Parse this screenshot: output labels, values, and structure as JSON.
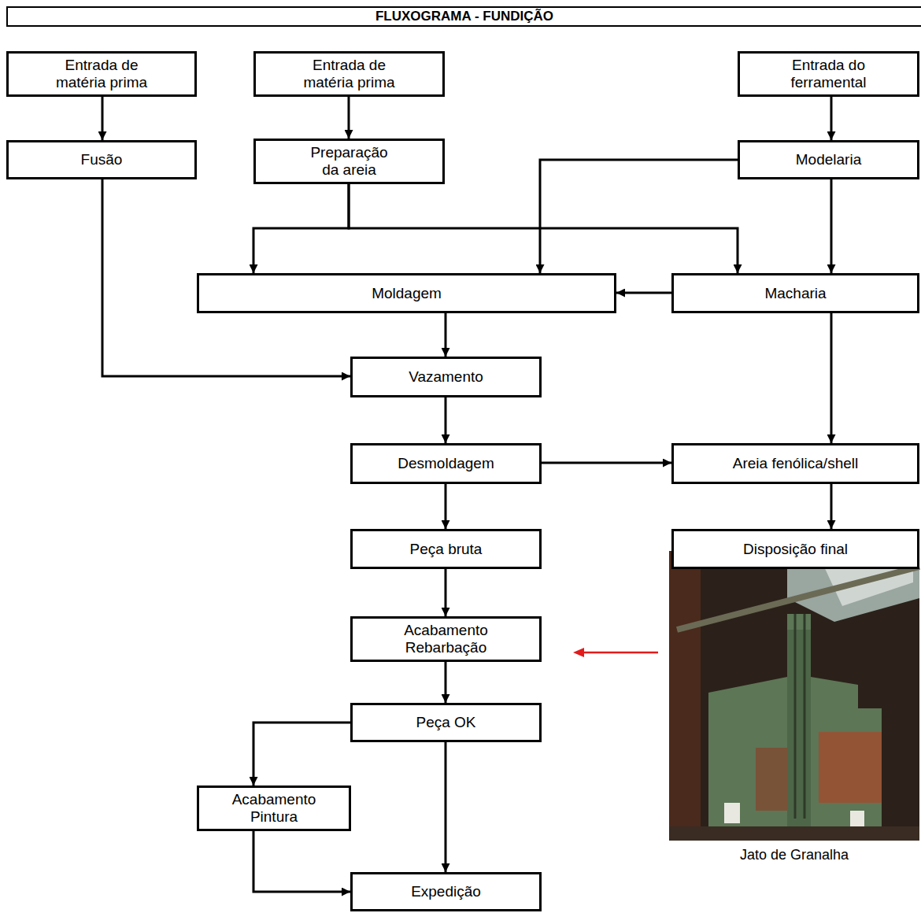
{
  "diagram": {
    "title": "FLUXOGRAMA - FUNDIÇÃO",
    "nodes": [
      {
        "text": [
          "Entrada de matéria prima"
        ]
      },
      {
        "text": [
          "Entrada de matéria prima"
        ]
      },
      {
        "text": [
          "Entrada do ferramental"
        ]
      },
      {
        "text": [
          "Fusão"
        ]
      },
      {
        "text": [
          "Preparação da areia"
        ]
      },
      {
        "text": [
          "Modelaria"
        ]
      },
      {
        "text": [
          "Moldagem"
        ]
      },
      {
        "text": [
          "Macharia"
        ]
      },
      {
        "text": [
          "Vazamento"
        ]
      },
      {
        "text": [
          "Desmoldagem"
        ]
      },
      {
        "text": [
          "Areia fenólica/shell"
        ]
      },
      {
        "text": [
          "Peça bruta"
        ]
      },
      {
        "text": [
          "Disposição final"
        ]
      },
      {
        "text": [
          "Acabamento Rebarbação"
        ]
      },
      {
        "text": [
          "Peça OK"
        ]
      },
      {
        "text": [
          "Acabamento Pintura"
        ]
      },
      {
        "text": [
          "Expedição"
        ]
      }
    ],
    "edges": [
      {
        "from": 0,
        "to": 3,
        "arrow": "to"
      },
      {
        "from": 1,
        "to": 4,
        "arrow": "to"
      },
      {
        "from": 2,
        "to": 5,
        "arrow": "to"
      },
      {
        "from": 3,
        "to": 8,
        "arrow": "to"
      },
      {
        "from": 4,
        "to": 6,
        "arrow": "to"
      },
      {
        "from": 4,
        "to": 7,
        "arrow": "to"
      },
      {
        "from": 5,
        "to": 6,
        "arrow": "to"
      },
      {
        "from": 5,
        "to": 7,
        "arrow": "to"
      },
      {
        "from": 7,
        "to": 6,
        "arrow": "to"
      },
      {
        "from": 6,
        "to": 8,
        "arrow": "to"
      },
      {
        "from": 8,
        "to": 9,
        "arrow": "to"
      },
      {
        "from": 7,
        "to": 10,
        "arrow": "to"
      },
      {
        "from": 9,
        "to": 10,
        "arrow": "to"
      },
      {
        "from": 10,
        "to": 12,
        "arrow": "to"
      },
      {
        "from": 9,
        "to": 11,
        "arrow": "to"
      },
      {
        "from": 11,
        "to": 13,
        "arrow": "to"
      },
      {
        "from": 13,
        "to": 14,
        "arrow": "to"
      },
      {
        "from": 14,
        "to": 15,
        "arrow": "to"
      },
      {
        "from": 14,
        "to": 16,
        "arrow": "to"
      },
      {
        "from": 15,
        "to": 16,
        "arrow": "to"
      }
    ],
    "labels": [
      "Jato de Granalha"
    ]
  }
}
